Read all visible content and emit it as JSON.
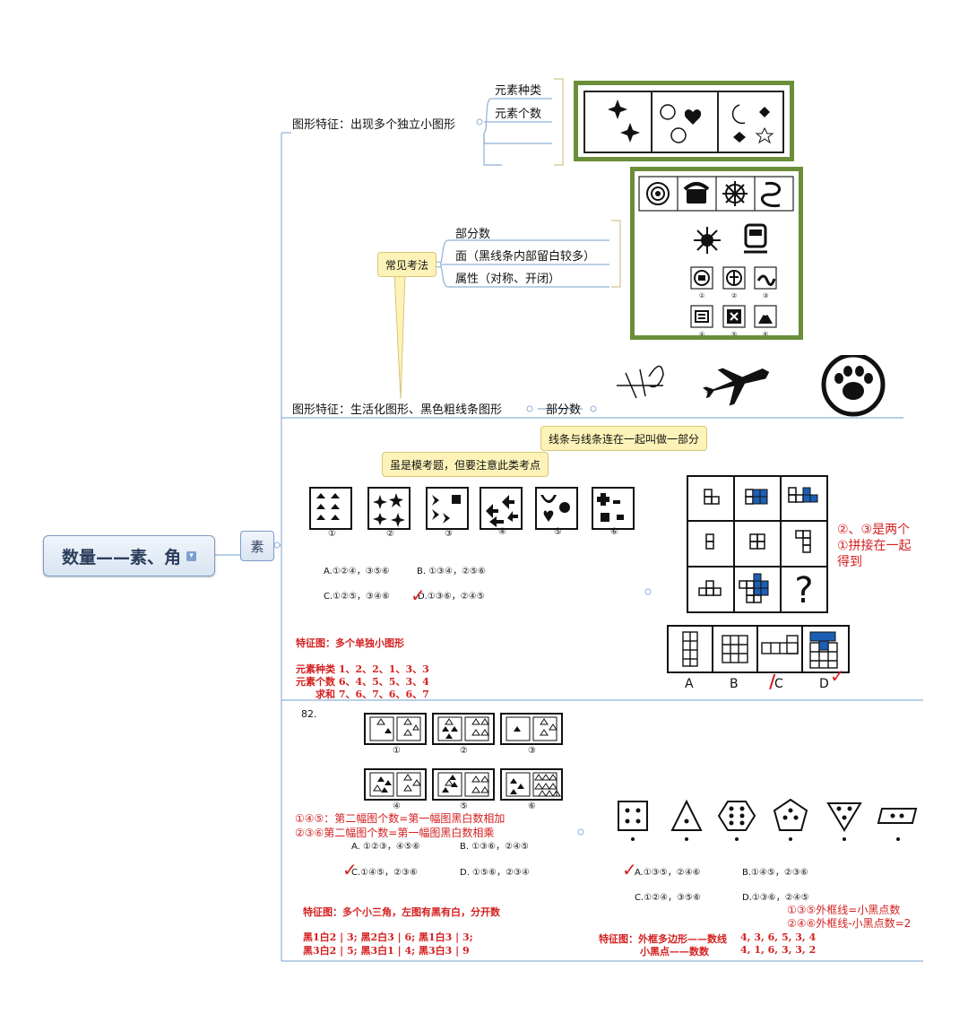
{
  "root": {
    "label": "数量——素、角"
  },
  "su_node": {
    "label": "素"
  },
  "branch1": {
    "label": "图形特征：出现多个独立小图形",
    "children": [
      "元素种类",
      "元素个数"
    ]
  },
  "branch_callout": {
    "label": "常见考法"
  },
  "branch2": {
    "children": [
      "部分数",
      "面（黑线条内部留白较多）",
      "属性（对称、开闭）"
    ]
  },
  "branch3": {
    "label": "图形特征：生活化图形、黑色粗线条图形",
    "child": "部分数",
    "callout": "线条与线条连在一起叫做一部分"
  },
  "section1": {
    "callout": "虽是模考题，但要注意此类考点",
    "circled": [
      "①",
      "②",
      "③",
      "④",
      "⑤",
      "⑥"
    ],
    "option_a": "A.①②④，③⑤⑥",
    "option_b": "B. ①③④，②⑤⑥",
    "option_c": "C.①②⑤，③④⑥",
    "option_d": "D.①③⑥，②④⑤",
    "feature": "特征图：多个单独小图形",
    "row1": "元素种类 1、2、2、1、3、3",
    "row2": "元素个数 6、4、5、5、3、4",
    "row3": "求和 7、6、7、6、6、7",
    "note": "②、③是两个①拼接在一起得到",
    "answer_labels": [
      "A",
      "B",
      "C",
      "D"
    ]
  },
  "section2": {
    "number": "82.",
    "circled": [
      "①",
      "②",
      "③",
      "④",
      "⑤",
      "⑥"
    ],
    "note1": "①④⑤：第二幅图个数=第一幅图黑白数相加",
    "note2": "②③⑥第二幅图个数=第一幅图黑白数相乘",
    "option_a": "A. ①②③，④⑤⑥",
    "option_b": "B. ①③⑥，②④⑤",
    "option_c": "C.①④⑤，②③⑥",
    "option_d": "D. ①⑤⑥，②③④",
    "feature": "特征图：多个小三角，左图有黑有白，分开数",
    "line1": "黑1白2 | 3; 黑2白3 | 6; 黑1白3 | 3;",
    "line2": "黑3白2 | 5; 黑3白1 | 4; 黑3白3 | 9",
    "r_option_a": "A.①③⑤，②④⑥",
    "r_option_b": "B.①④⑤，②③⑥",
    "r_option_c": "C.①②④，③⑤⑥",
    "r_option_d": "D.①③⑥，②④⑤",
    "r_note1": "①③⑤外框线=小黑点数",
    "r_note2": "②④⑥外框线-小黑点数=2",
    "r_feature1": "特征图：外框多边形——数线",
    "r_feature1_vals": "4, 3, 6, 5, 3, 4",
    "r_feature2": "小黑点——数数",
    "r_feature2_vals": "4, 1, 6, 3, 3, 2"
  },
  "colors": {
    "frame_green": "#6b8e3a",
    "red_note": "#d41f1f",
    "callout": "#fdf3b8",
    "node_blue": "#7b9cc7"
  }
}
